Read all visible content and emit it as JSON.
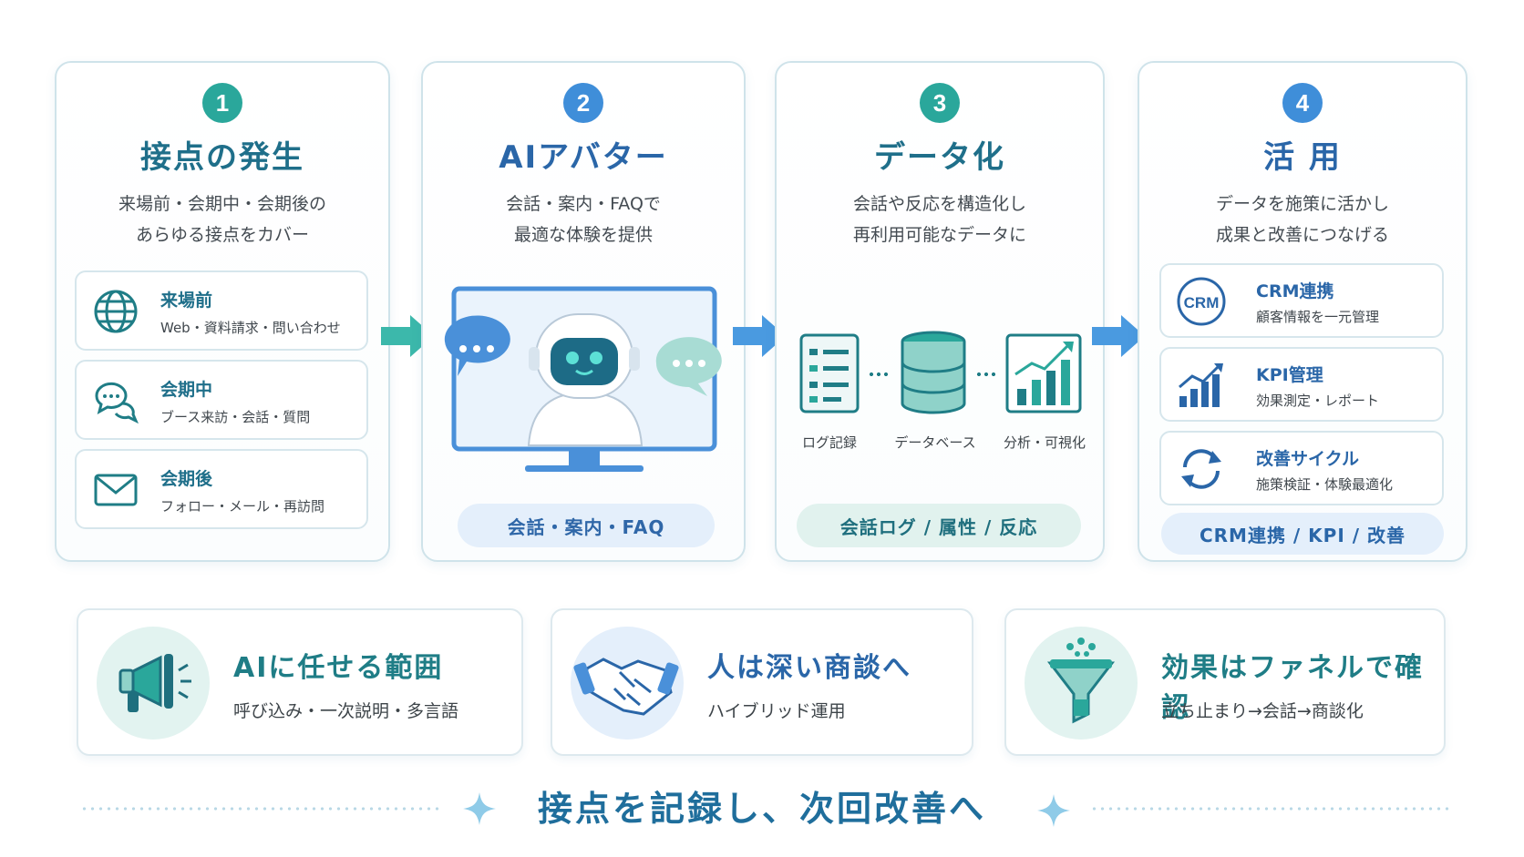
{
  "colors": {
    "teal": "#2aa79b",
    "blue": "#3f8ed9",
    "title_teal": "#1f6f8a",
    "title_blue": "#2a66a8",
    "footer": "#1f6e9c"
  },
  "stages": [
    {
      "number": "1",
      "title": "接点の発生",
      "desc_line1": "来場前・会期中・会期後の",
      "desc_line2": "あらゆる接点をカバー",
      "items": [
        {
          "icon": "globe-icon",
          "title": "来場前",
          "sub": "Web・資料請求・問い合わせ"
        },
        {
          "icon": "chat-bubbles-icon",
          "title": "会期中",
          "sub": "ブース来訪・会話・質問"
        },
        {
          "icon": "mail-icon",
          "title": "会期後",
          "sub": "フォロー・メール・再訪問"
        }
      ]
    },
    {
      "number": "2",
      "title": "AIアバター",
      "desc_line1": "会話・案内・FAQで",
      "desc_line2": "最適な体験を提供",
      "pill": "会話・案内・FAQ"
    },
    {
      "number": "3",
      "title": "データ化",
      "desc_line1": "会話や反応を構造化し",
      "desc_line2": "再利用可能なデータに",
      "steps": [
        "ログ記録",
        "データベース",
        "分析・可視化"
      ],
      "pill": "会話ログ / 属性 / 反応"
    },
    {
      "number": "4",
      "title": "活 用",
      "desc_line1": "データを施策に活かし",
      "desc_line2": "成果と改善につなげる",
      "items": [
        {
          "icon": "crm-icon",
          "icon_text": "CRM",
          "title": "CRM連携",
          "sub": "顧客情報を一元管理"
        },
        {
          "icon": "bar-chart-icon",
          "title": "KPI管理",
          "sub": "効果測定・レポート"
        },
        {
          "icon": "cycle-icon",
          "title": "改善サイクル",
          "sub": "施策検証・体験最適化"
        }
      ],
      "pill": "CRM連携 / KPI / 改善"
    }
  ],
  "features": [
    {
      "icon": "megaphone-icon",
      "title": "AIに任せる範囲",
      "sub": "呼び込み・一次説明・多言語"
    },
    {
      "icon": "handshake-icon",
      "title": "人は深い商談へ",
      "sub": "ハイブリッド運用"
    },
    {
      "icon": "funnel-icon",
      "title": "効果はファネルで確認",
      "sub": "立ち止まり→会話→商談化"
    }
  ],
  "footer": "接点を記録し、次回改善へ"
}
